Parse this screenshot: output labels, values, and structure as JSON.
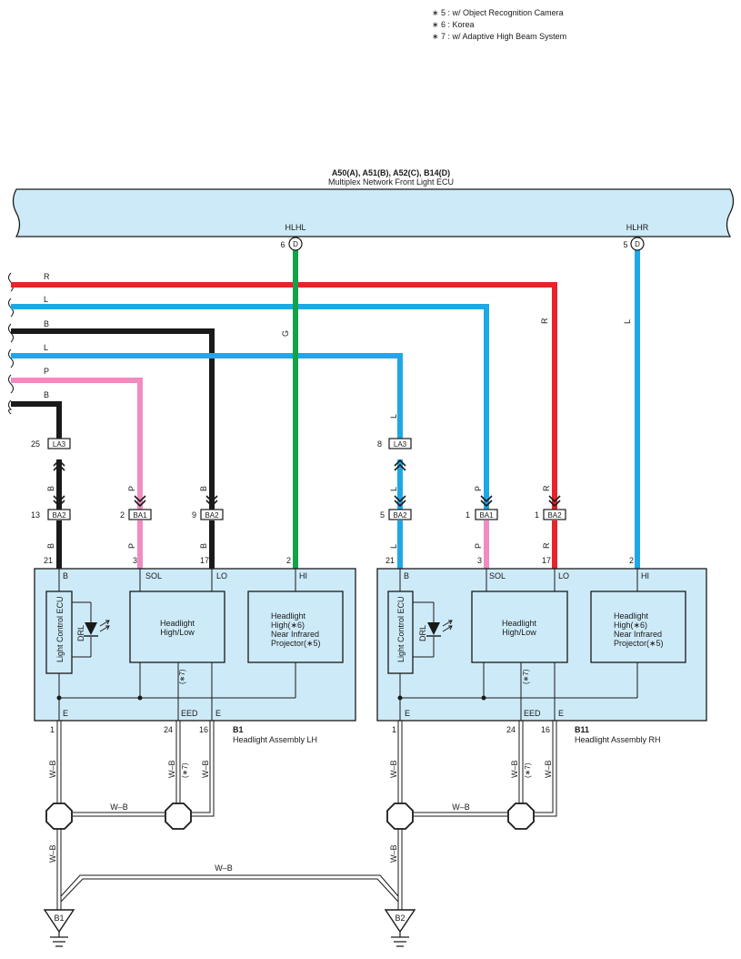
{
  "notes": [
    "∗ 5 : w/ Object Recognition Camera",
    "∗ 6 : Korea",
    "∗ 7 : w/ Adaptive High Beam System"
  ],
  "ecu": {
    "connectors": "A50(A), A51(B), A52(C), B14(D)",
    "name": "Multiplex Network Front Light ECU",
    "hlhl_label": "HLHL",
    "hlhr_label": "HLHR",
    "hlhl_pin": "6",
    "hlhr_pin": "5",
    "connector_letter": "D"
  },
  "wire_colors": {
    "R": "#e8232a",
    "L": "#1ea8e6",
    "B": "#1a1a1a",
    "P": "#f08cbf",
    "G": "#12a34a",
    "WB": "#ffffff"
  },
  "bus_wires": {
    "r": "R",
    "l1": "L",
    "b1": "B",
    "l2": "L",
    "p": "P",
    "b2": "B"
  },
  "vertical_wire_labels": {
    "g": "G",
    "l_hlhr": "L",
    "r_down": "R",
    "b": "B",
    "p": "P",
    "l": "L"
  },
  "connectors": {
    "la3_left": {
      "name": "LA3",
      "pin": "25"
    },
    "la3_right": {
      "name": "LA3",
      "pin": "8"
    },
    "ba2_left_b": {
      "name": "BA2",
      "pin": "13"
    },
    "ba1_left_p": {
      "name": "BA1",
      "pin": "2"
    },
    "ba2_left_lo": {
      "name": "BA2",
      "pin": "9"
    },
    "ba2_right_b": {
      "name": "BA2",
      "pin": "5"
    },
    "ba1_right_p": {
      "name": "BA1",
      "pin": "1"
    },
    "ba2_right_r": {
      "name": "BA2",
      "pin": "1"
    }
  },
  "lh_assembly": {
    "code": "B1",
    "name": "Headlight Assembly LH",
    "pins_top": [
      "21",
      "3",
      "17",
      "2"
    ],
    "terminals_top": [
      "B",
      "SOL",
      "LO",
      "HI"
    ],
    "terminals_bottom": [
      "E",
      "EED",
      "E"
    ],
    "pins_bottom": [
      "1",
      "24",
      "16"
    ],
    "ecu_label": "Light Control ECU",
    "drl_label": "DRL",
    "hl_title": "Headlight",
    "hl_sub": "High/Low",
    "hi_lines": [
      "Headlight",
      "High(∗6)",
      "Near Infrared",
      "Projector(∗5)"
    ],
    "note7": "(∗7)"
  },
  "rh_assembly": {
    "code": "B11",
    "name": "Headlight Assembly RH",
    "pins_top": [
      "21",
      "3",
      "17",
      "2"
    ],
    "terminals_top": [
      "B",
      "SOL",
      "LO",
      "HI"
    ],
    "terminals_bottom": [
      "E",
      "EED",
      "E"
    ],
    "pins_bottom": [
      "1",
      "24",
      "16"
    ],
    "ecu_label": "Light Control ECU",
    "drl_label": "DRL",
    "hl_title": "Headlight",
    "hl_sub": "High/Low",
    "hi_lines": [
      "Headlight",
      "High(∗6)",
      "Near Infrared",
      "Projector(∗5)"
    ],
    "note7": "(∗7)"
  },
  "ground_wiring": {
    "wb": "W–B",
    "note7": "(∗7)",
    "ground_left": "B1",
    "ground_right": "B2"
  }
}
